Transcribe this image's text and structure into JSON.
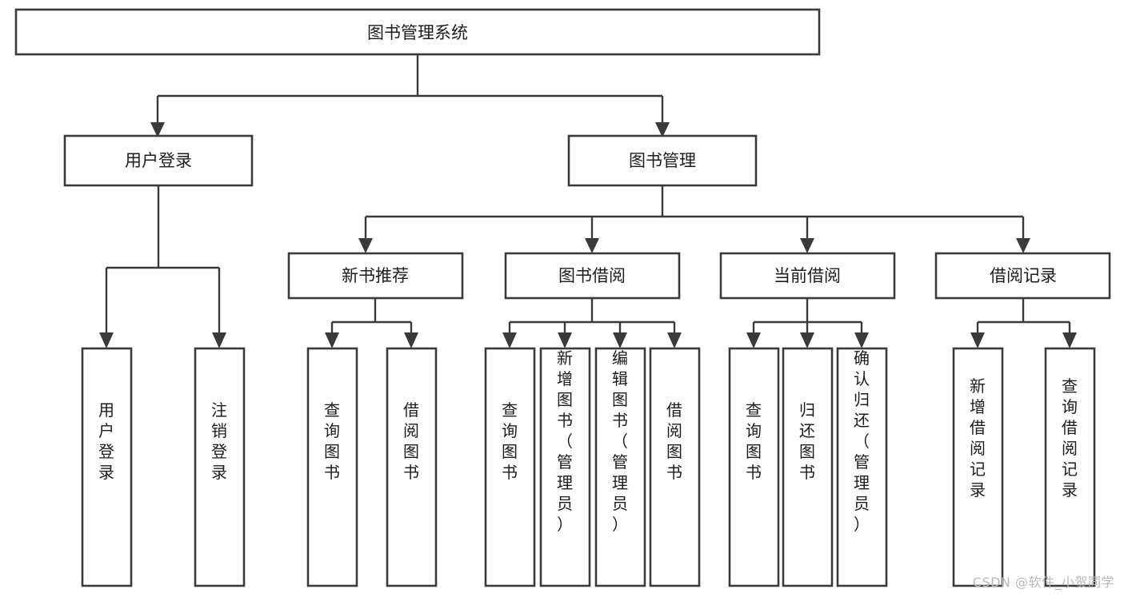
{
  "diagram": {
    "type": "tree-hierarchy",
    "title": "图书管理系统",
    "watermark": "CSDN @软件_小贺同学",
    "colors": {
      "box_stroke": "#3a3a3a",
      "box_fill": "#ffffff",
      "connector": "#3a3a3a",
      "text": "#1c1c1c",
      "background": "#ffffff",
      "watermark": "#b9b9b9"
    },
    "levels": {
      "root": {
        "label": "图书管理系统"
      },
      "level1": [
        {
          "label": "用户登录"
        },
        {
          "label": "图书管理"
        }
      ],
      "level2": [
        {
          "label": "新书推荐"
        },
        {
          "label": "图书借阅"
        },
        {
          "label": "当前借阅"
        },
        {
          "label": "借阅记录"
        }
      ],
      "leaves_user_login": [
        {
          "label": "用户登录"
        },
        {
          "label": "注销登录"
        }
      ],
      "leaves_new_book": [
        {
          "label": "查询图书"
        },
        {
          "label": "借阅图书"
        }
      ],
      "leaves_book_borrow": [
        {
          "label": "查询图书"
        },
        {
          "label": "新增图书（管理员）"
        },
        {
          "label": "编辑图书（管理员）"
        },
        {
          "label": "借阅图书"
        }
      ],
      "leaves_current_borrow": [
        {
          "label": "查询图书"
        },
        {
          "label": "归还图书"
        },
        {
          "label": "确认归还（管理员）"
        }
      ],
      "leaves_borrow_record": [
        {
          "label": "新增借阅记录"
        },
        {
          "label": "查询借阅记录"
        }
      ]
    }
  }
}
